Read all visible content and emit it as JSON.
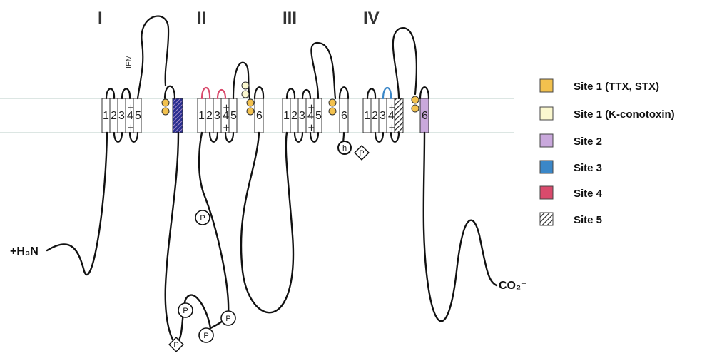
{
  "domains": [
    {
      "label": "I"
    },
    {
      "label": "II"
    },
    {
      "label": "III"
    },
    {
      "label": "IV"
    }
  ],
  "segments": {
    "d1": [
      "1",
      "2",
      "3",
      "4",
      "5"
    ],
    "d2": [
      "1",
      "2",
      "3",
      "4",
      "5",
      "6"
    ],
    "d3": [
      "1",
      "2",
      "3",
      "4",
      "5",
      "6"
    ],
    "d4": [
      "1",
      "2",
      "3",
      "4",
      "6"
    ]
  },
  "charge_symbol": "+",
  "termini": {
    "n_terminus": "+H₃N",
    "c_terminus": "CO₂⁻"
  },
  "inactivation_label": "IFM",
  "modifications": {
    "phospho": "P",
    "h_gate": "h"
  },
  "legend": [
    {
      "label": "Site 1 (TTX, STX)",
      "color": "#f2c14e",
      "pattern": "solid"
    },
    {
      "label": "Site 1 (K-conotoxin)",
      "color": "#fbf8cf",
      "pattern": "solid"
    },
    {
      "label": "Site 2",
      "color": "#c9a8dc",
      "pattern": "solid"
    },
    {
      "label": "Site 3",
      "color": "#3b87c8",
      "pattern": "solid"
    },
    {
      "label": "Site 4",
      "color": "#d94a6c",
      "pattern": "solid"
    },
    {
      "label": "Site 5",
      "color": "#222222",
      "pattern": "hatch"
    }
  ],
  "colors": {
    "membrane": "#dbe8e2",
    "chain": "#111111"
  }
}
